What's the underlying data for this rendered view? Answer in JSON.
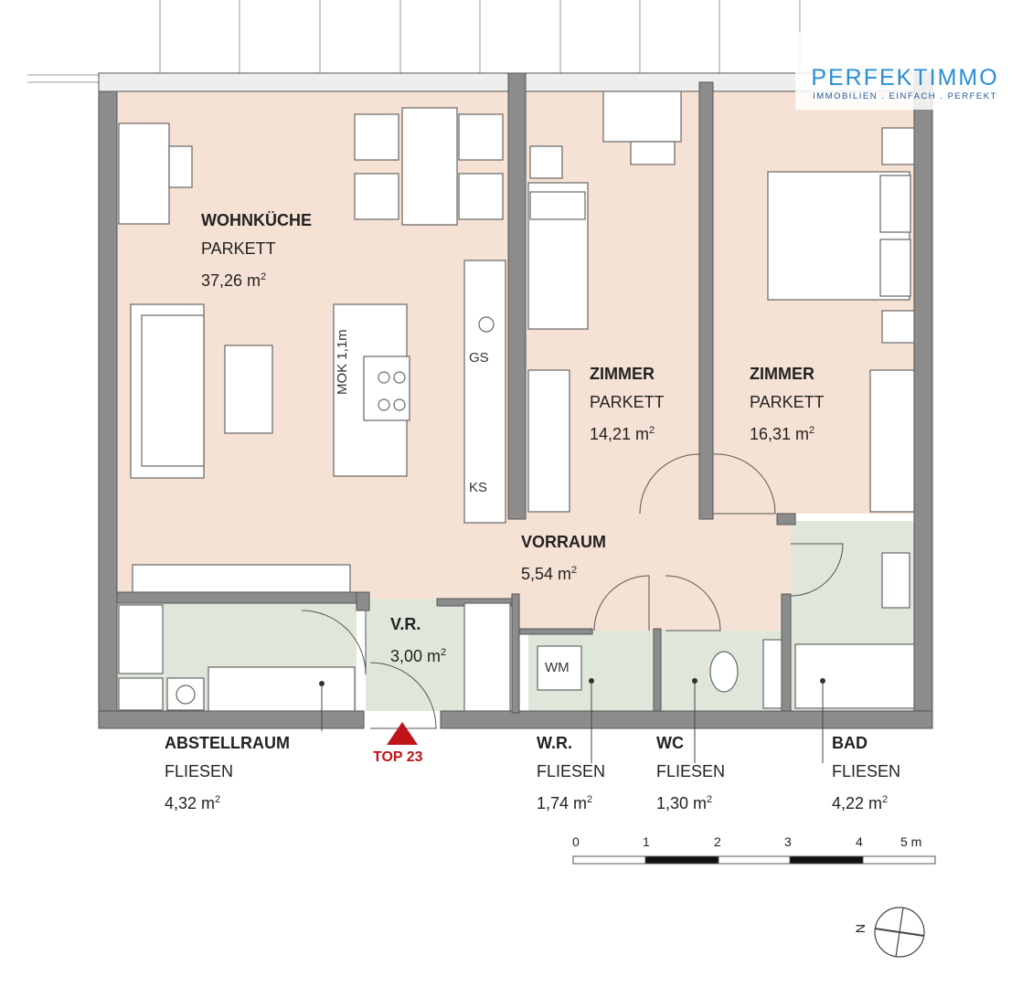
{
  "logo": {
    "name": "PERFEKTIMMO",
    "tagline": "IMMOBILIEN . EINFACH . PERFEKT"
  },
  "rooms": [
    {
      "name": "WOHNKÜCHE",
      "floor": "PARKETT",
      "area": "37,26 m",
      "unit_sup": "2"
    },
    {
      "name": "ZIMMER",
      "floor": "PARKETT",
      "area": "14,21 m",
      "unit_sup": "2"
    },
    {
      "name": "ZIMMER",
      "floor": "PARKETT",
      "area": "16,31 m",
      "unit_sup": "2"
    },
    {
      "name": "VORRAUM",
      "area": "5,54 m",
      "unit_sup": "2"
    },
    {
      "name": "V.R.",
      "area": "3,00 m",
      "unit_sup": "2"
    },
    {
      "name": "ABSTELLRAUM",
      "floor": "FLIESEN",
      "area": "4,32 m",
      "unit_sup": "2"
    },
    {
      "name": "W.R.",
      "floor": "FLIESEN",
      "area": "1,74 m",
      "unit_sup": "2"
    },
    {
      "name": "WC",
      "floor": "FLIESEN",
      "area": "1,30 m",
      "unit_sup": "2"
    },
    {
      "name": "BAD",
      "floor": "FLIESEN",
      "area": "4,22 m",
      "unit_sup": "2"
    }
  ],
  "fixtures": {
    "gs": "GS",
    "ks": "KS",
    "wm": "WM",
    "mok": "MOK 1,1m"
  },
  "entrance": "TOP 23",
  "scale": {
    "ticks": [
      "0",
      "1",
      "2",
      "3",
      "4",
      "5 m"
    ]
  },
  "north": "N",
  "colors": {
    "parkett": "#f6e2d4",
    "fliesen": "#dfe7da",
    "wall": "#8c8c8c",
    "entrance": "#c0141a"
  }
}
